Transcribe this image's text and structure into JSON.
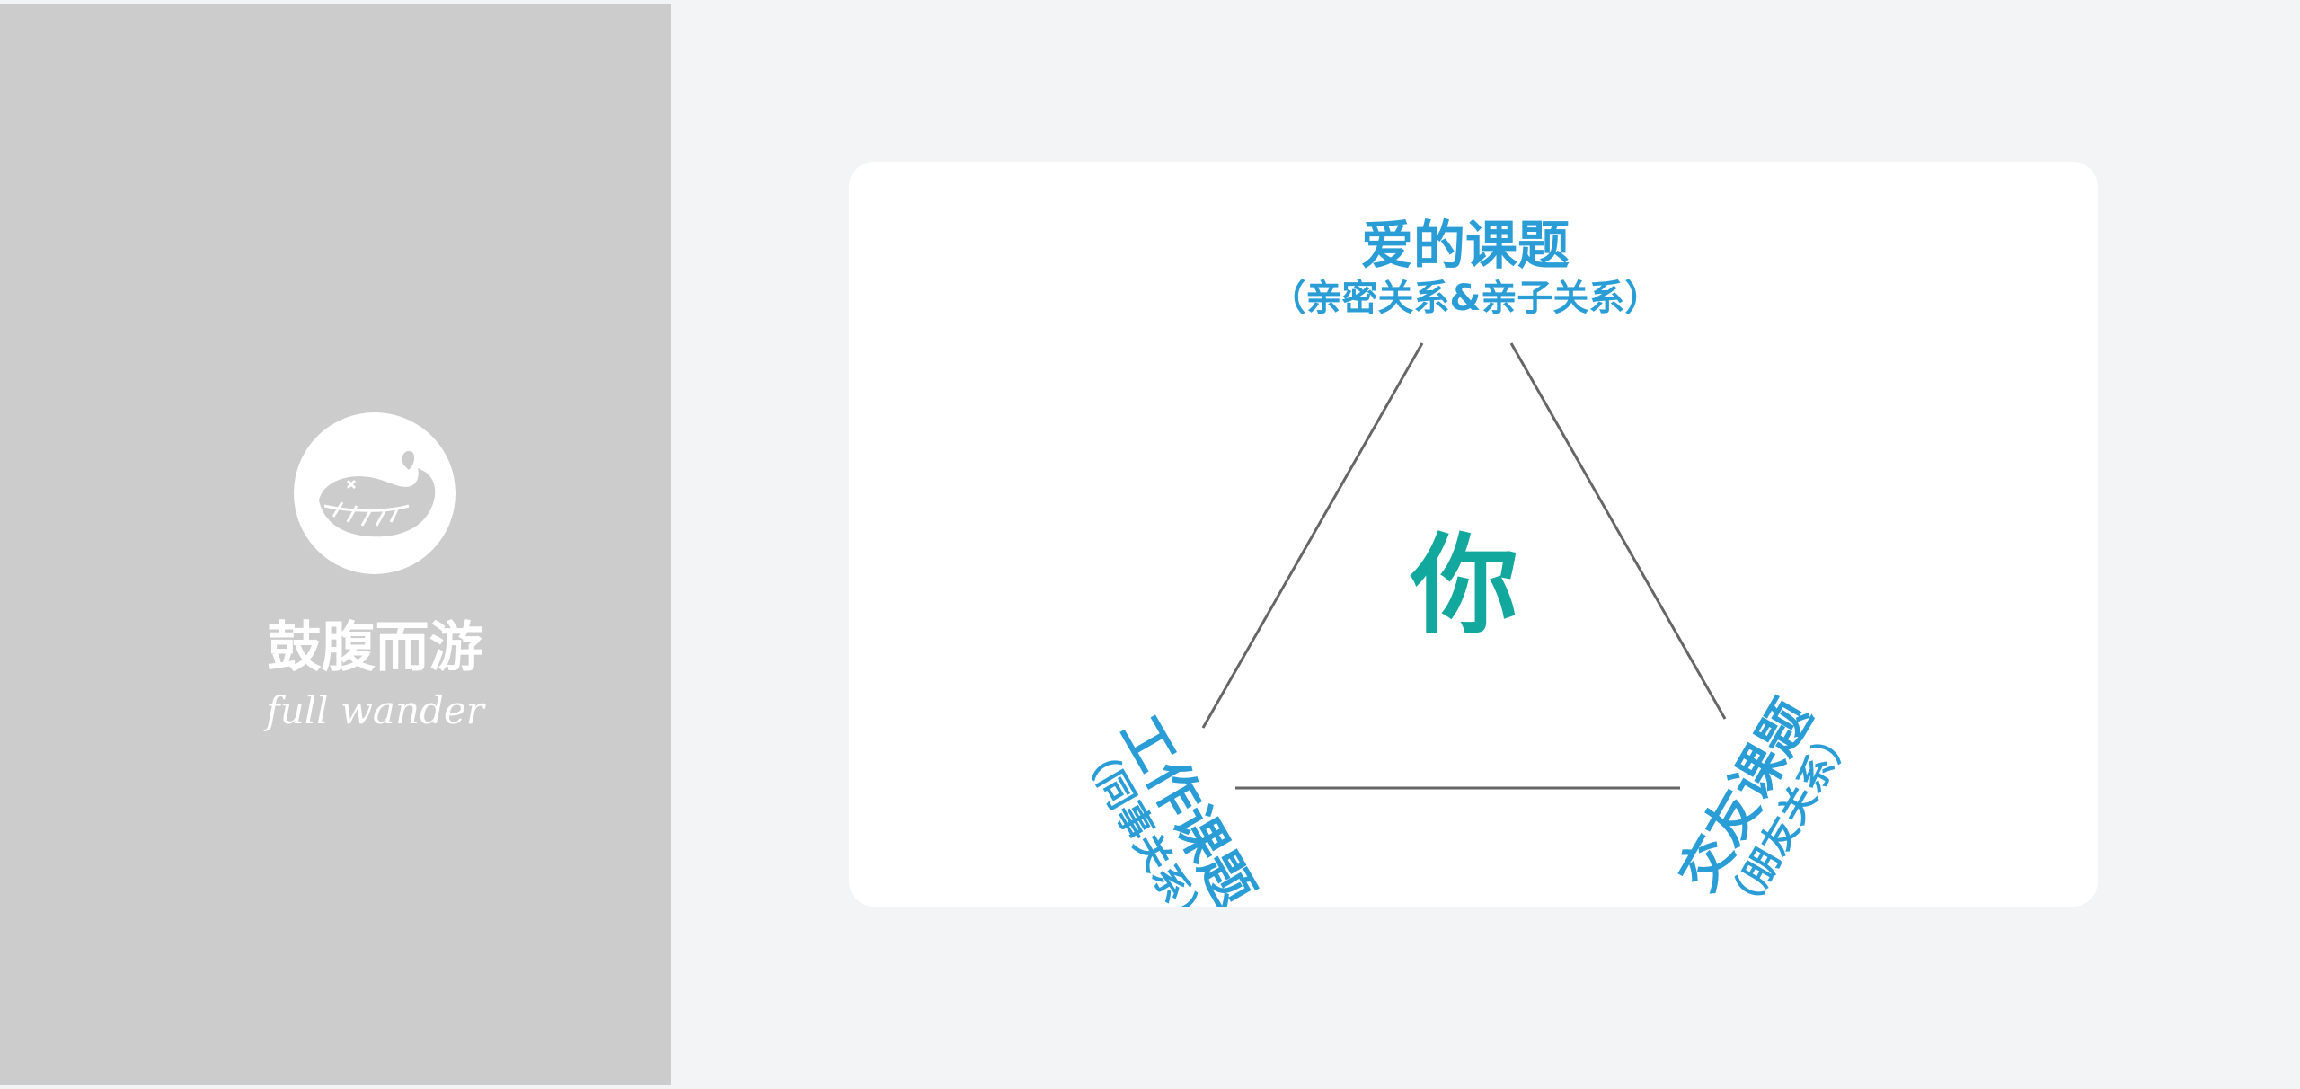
{
  "brand": {
    "name_cn": "鼓腹而游",
    "name_en": "full wander",
    "logo_icon": "whale-icon"
  },
  "diagram": {
    "center": "你",
    "nodes": [
      {
        "title": "爱的课题",
        "subtitle": "（亲密关系&亲子关系）"
      },
      {
        "title": "工作课题",
        "subtitle": "（同事关系）"
      },
      {
        "title": "交友课题",
        "subtitle": "（朋友关系）"
      }
    ]
  },
  "colors": {
    "sidebar": "#cccccc",
    "page_background": "#f3f4f6",
    "card": "#ffffff",
    "label_blue": "#2a9dd6",
    "center_teal": "#13a89e",
    "edge_gray": "#666666"
  }
}
